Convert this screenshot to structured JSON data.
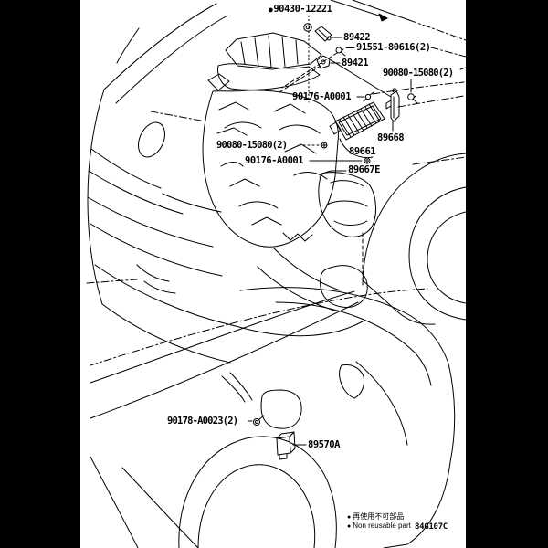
{
  "diagram": {
    "code": "84G107C",
    "colors": {
      "ink": "#000000",
      "paper": "#ffffff",
      "matte": "#000000"
    },
    "callouts": {
      "bolt_90430": {
        "bullet": "●",
        "number": "90430-12221"
      },
      "sensor_89422": {
        "number": "89422"
      },
      "screw_91551": {
        "number": "91551-80616(2)"
      },
      "sensor_89421": {
        "number": "89421"
      },
      "screw_90080_upper": {
        "number": "90080-15080(2)"
      },
      "clip_90176_upper": {
        "number": "90176-A0001"
      },
      "bolt_90080_left": {
        "number": "90080-15080(2)"
      },
      "clip_90176_lower": {
        "number": "90176-A0001"
      },
      "bracket_89668": {
        "number": "89668"
      },
      "ecu_89661": {
        "number": "89661"
      },
      "cover_89667e": {
        "number": "89667E"
      },
      "clip_90178": {
        "number": "90178-A0023(2)"
      },
      "sensor_89570a": {
        "number": "89570A"
      }
    },
    "legend": {
      "bullet": "●",
      "jp": "再使用不可部品",
      "en": "Non reusable part"
    }
  }
}
